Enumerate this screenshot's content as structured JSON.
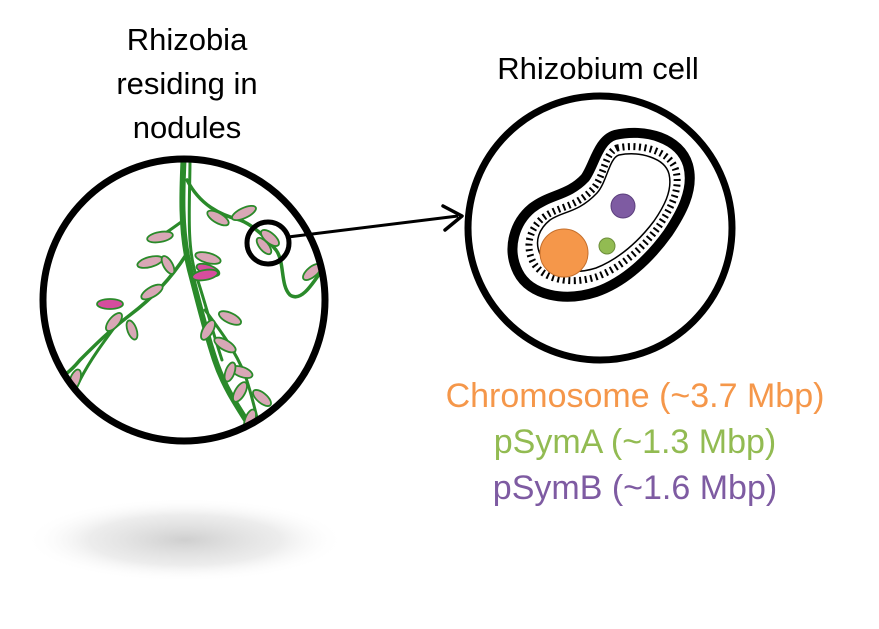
{
  "labels": {
    "nodules_title_line1": "Rhizobia",
    "nodules_title_line2": "residing in",
    "nodules_title_line3": "nodules",
    "cell_title": "Rhizobium cell"
  },
  "legend": [
    {
      "text": "Chromosome (~3.7 Mbp)",
      "color": "#F5974A",
      "replicon": "chromosome"
    },
    {
      "text": "pSymA (~1.3 Mbp)",
      "color": "#92BB52",
      "replicon": "pSymA"
    },
    {
      "text": "pSymB (~1.6 Mbp)",
      "color": "#7E5BA2",
      "replicon": "pSymB"
    }
  ],
  "colors": {
    "root": "#2A8A2A",
    "nodule_fill": "#D9A7B6",
    "nodule_pink": "#D64D9E",
    "chromosome": "#F5974A",
    "pSymA": "#92BB52",
    "pSymB": "#7E5BA2",
    "outline": "#000000"
  }
}
